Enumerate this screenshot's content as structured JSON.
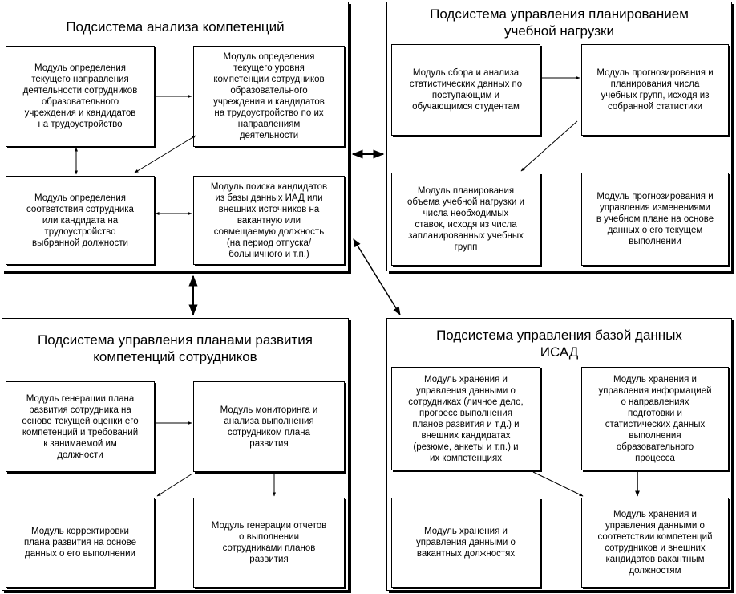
{
  "subsystems": {
    "competency": {
      "title": "Подсистема анализа компетенций",
      "modules": {
        "direction": "Модуль определения\nтекущего направления\nдеятельности сотрудников\nобразовательного\nучреждения и кандидатов\nна трудоустройство",
        "level": "Модуль определения\nтекущего уровня\nкомпетенции сотрудников\nобразовательного\nучреждения и кандидатов\nна трудоустройство по их\nнаправлениям\nдеятельности",
        "match": "Модуль определения\nсоответствия сотрудника\nили кандидата на\nтрудоустройство\nвыбранной должности",
        "search": "Модуль поиска кандидатов\nиз базы данных ИАД или\nвнешних источников на\nвакантную или\nсовмещаемую должность\n(на период отпуска/\nбольничного и т.п.)"
      }
    },
    "workload": {
      "title": "Подсистема управления планированием\nучебной нагрузки",
      "modules": {
        "stats": "Модуль сбора и анализа\nстатистических данных по\nпоступающим и\nобучающимся студентам",
        "forecast_groups": "Модуль прогнозирования и\nпланирования числа\nучебных групп, исходя из\nсобранной статистики",
        "volume": "Модуль планирования\nобъема учебной нагрузки и\nчисла необходимых\nставок, исходя из числа\nзапланированных учебных\nгрупп",
        "curriculum": "Модуль прогнозирования и\nуправления изменениями\nв учебном плане на основе\nданных о его текущем\nвыполнении"
      }
    },
    "development": {
      "title": "Подсистема управления планами развития\nкомпетенций сотрудников",
      "modules": {
        "generate": "Модуль генерации плана\nразвития сотрудника на\nоснове текущей оценки его\nкомпетенций и требований\nк занимаемой им\nдолжности",
        "monitor": "Модуль мониторинга и\nанализа выполнения\nсотрудником плана\nразвития",
        "correct": "Модуль корректировки\nплана развития на основе\nданных о его выполнении",
        "reports": "Модуль генерации отчетов\nо выполнении\nсотрудниками планов\nразвития"
      }
    },
    "database": {
      "title": "Подсистема управления базой данных\nИСАД",
      "modules": {
        "staff_data": "Модуль хранения и\nуправления данными о\nсотрудниках (личное дело,\nпрогресс выполнения\nпланов развития и т.д.) и\nвнешних кандидатах\n(резюме, анкеты и т.п.) и\nих компетенциях",
        "edu_info": "Модуль хранения и\nуправления информацией\nо направлениях\nподготовки и\nстатистических данных\nвыполнения\nобразовательного\nпроцесса",
        "vacancies": "Модуль хранения и\nуправления данными о\nвакантных должностях",
        "conformity": "Модуль хранения и\nуправления данными о\nсоответствии компетенций\nсотрудников и внешних\nкандидатов вакантным\nдолжностям"
      }
    }
  }
}
